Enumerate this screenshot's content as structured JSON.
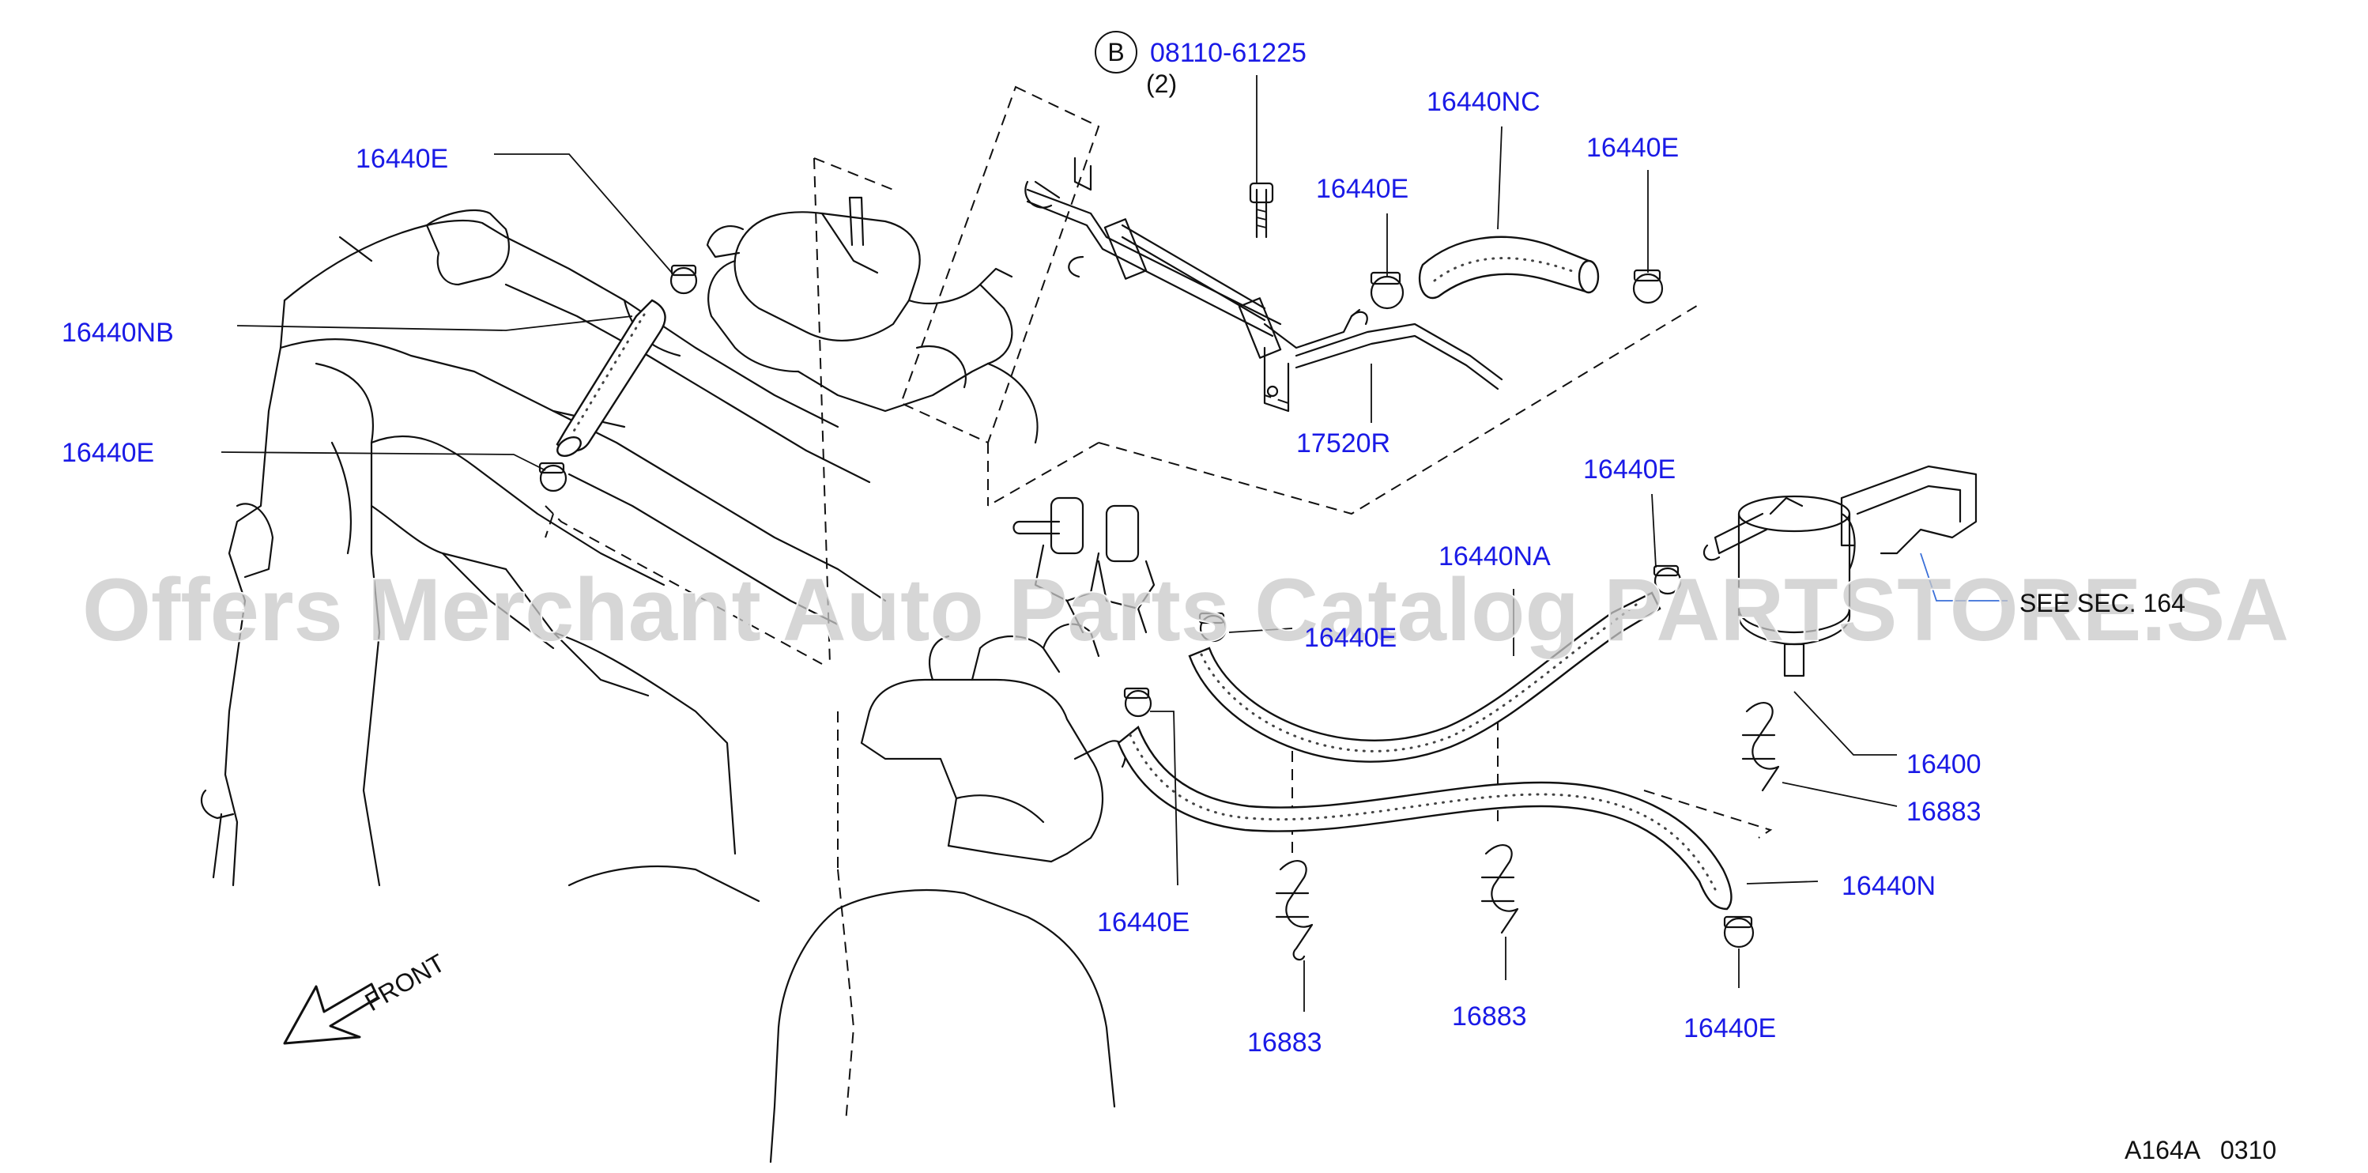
{
  "parts": {
    "bolt_circle_letter": "B",
    "bolt_number": "08110-61225",
    "bolt_qty": "(2)",
    "p16440nc": "16440NC",
    "p16440e_a": "16440E",
    "p16440e_b": "16440E",
    "p16440e_c": "16440E",
    "p16440nb": "16440NB",
    "p16440e_d": "16440E",
    "p17520r": "17520R",
    "p16440e_e": "16440E",
    "p16440na": "16440NA",
    "p16440e_f": "16440E",
    "p16400": "16400",
    "p16883_a": "16883",
    "p16440n": "16440N",
    "p16440e_g": "16440E",
    "p16883_b": "16883",
    "p16883_c": "16883",
    "p16440e_h": "16440E",
    "see_sec": "SEE SEC. 164"
  },
  "front_label": "FRONT",
  "diagram_code": "A164A   0310",
  "watermark": "Offers Merchant Auto Parts Catalog PARTSTORE.SA",
  "colors": {
    "label_blue": "#1a1ae6",
    "line_black": "#111111",
    "watermark_gray": "#c8c8c8"
  }
}
